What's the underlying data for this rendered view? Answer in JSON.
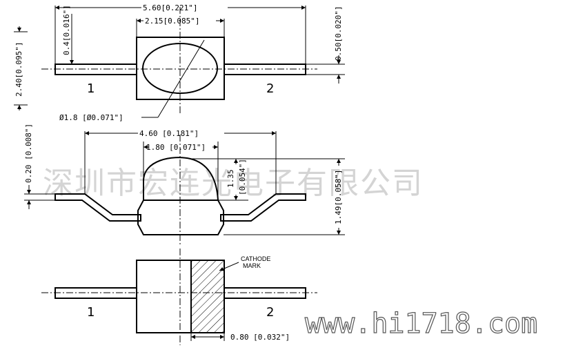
{
  "watermark": {
    "company_cn": "深圳市宏连光电子有限公司",
    "site": "www.hi1718.com"
  },
  "top_view": {
    "overall_width": "5.60[0.221\"]",
    "body_width": "2.15[0.085\"]",
    "lead_thickness": "0.4[0.016\"]",
    "body_height": "2.40[0.095\"]",
    "lead_width": "0.50[0.020\"]",
    "lens_diameter": "Ø1.8 [Ø0.071\"]",
    "pin1": "1",
    "pin2": "2"
  },
  "side_view": {
    "lead_span": "4.60 [0.181\"]",
    "dome_width": "1.80 [0.071\"]",
    "dome_height": "1.35",
    "dome_height_in": "[0.054\"]",
    "lead_offset": "0.20 [0.008\"]",
    "total_height": "1.49[0.058\"]"
  },
  "bottom_view": {
    "cathode_note_line1": "CATHODE",
    "cathode_note_line2": "MARK",
    "cathode_width": "0.80 [0.032\"]",
    "pin1": "1",
    "pin2": "2"
  }
}
